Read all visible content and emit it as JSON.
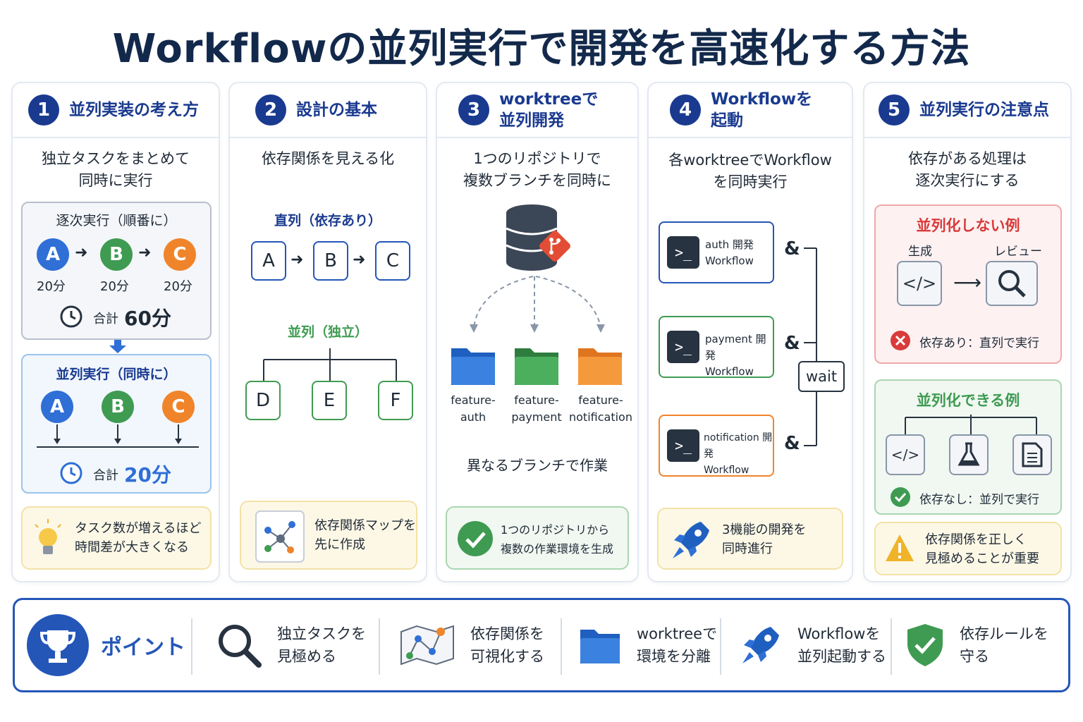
{
  "title": "Workflowの並列実行で開発を高速化する方法",
  "colors": {
    "navy": "#1a3a8f",
    "blue": "#2f6fd6",
    "green": "#3f9b52",
    "orange": "#f0842b",
    "red": "#d93a3a",
    "yellow": "#f0b429"
  },
  "panel1": {
    "number": "1",
    "title": "並列実装の考え方",
    "subtitle": "独立タスクをまとめて\n同時に実行",
    "sequential": {
      "heading": "逐次実行（順番に）",
      "tasks": [
        {
          "label": "A",
          "time": "20分"
        },
        {
          "label": "B",
          "time": "20分"
        },
        {
          "label": "C",
          "time": "20分"
        }
      ],
      "total_label": "合計",
      "total_value": "60分"
    },
    "parallel": {
      "heading": "並列実行（同時に）",
      "tasks": [
        "A",
        "B",
        "C"
      ],
      "total_label": "合計",
      "total_value": "20分"
    },
    "tip": "タスク数が増えるほど\n時間差が大きくなる"
  },
  "panel2": {
    "number": "2",
    "title": "設計の基本",
    "subtitle": "依存関係を見える化",
    "serial_heading": "直列（依存あり）",
    "serial_nodes": [
      "A",
      "B",
      "C"
    ],
    "parallel_heading": "並列（独立）",
    "parallel_nodes": [
      "D",
      "E",
      "F"
    ],
    "tip": "依存関係マップを\n先に作成"
  },
  "panel3": {
    "number": "3",
    "title": "worktreeで\n並列開発",
    "subtitle": "1つのリポジトリで\n複数ブランチを同時に",
    "folders": [
      {
        "label": "feature-\nauth",
        "color": "#2f6fd6"
      },
      {
        "label": "feature-\npayment",
        "color": "#3f9b52"
      },
      {
        "label": "feature-\nnotification",
        "color": "#f0842b"
      }
    ],
    "caption": "異なるブランチで作業",
    "tip": "1つのリポジトリから\n複数の作業環境を生成"
  },
  "panel4": {
    "number": "4",
    "title": "Workflowを\n起動",
    "subtitle": "各worktreeでWorkflow\nを同時実行",
    "workflows": [
      {
        "label": "auth 開発\nWorkflow",
        "color": "#2456b8"
      },
      {
        "label": "payment 開発\nWorkflow",
        "color": "#3f9b52"
      },
      {
        "label": "notification 開発\nWorkflow",
        "color": "#f0842b"
      }
    ],
    "amp": "&",
    "wait": "wait",
    "tip": "3機能の開発を\n同時進行"
  },
  "panel5": {
    "number": "5",
    "title": "並列実行の注意点",
    "subtitle": "依存がある処理は\n逐次実行にする",
    "bad": {
      "heading": "並列化しない例",
      "left_label": "生成",
      "right_label": "レビュー",
      "note": "依存あり：直列で実行"
    },
    "good": {
      "heading": "並列化できる例",
      "note": "依存なし：並列で実行"
    },
    "warning": "依存関係を正しく\n見極めることが重要"
  },
  "bottom": {
    "label": "ポイント",
    "items": [
      "独立タスクを\n見極める",
      "依存関係を\n可視化する",
      "worktreeで\n環境を分離",
      "Workflowを\n並列起動する",
      "依存ルールを\n守る"
    ]
  }
}
